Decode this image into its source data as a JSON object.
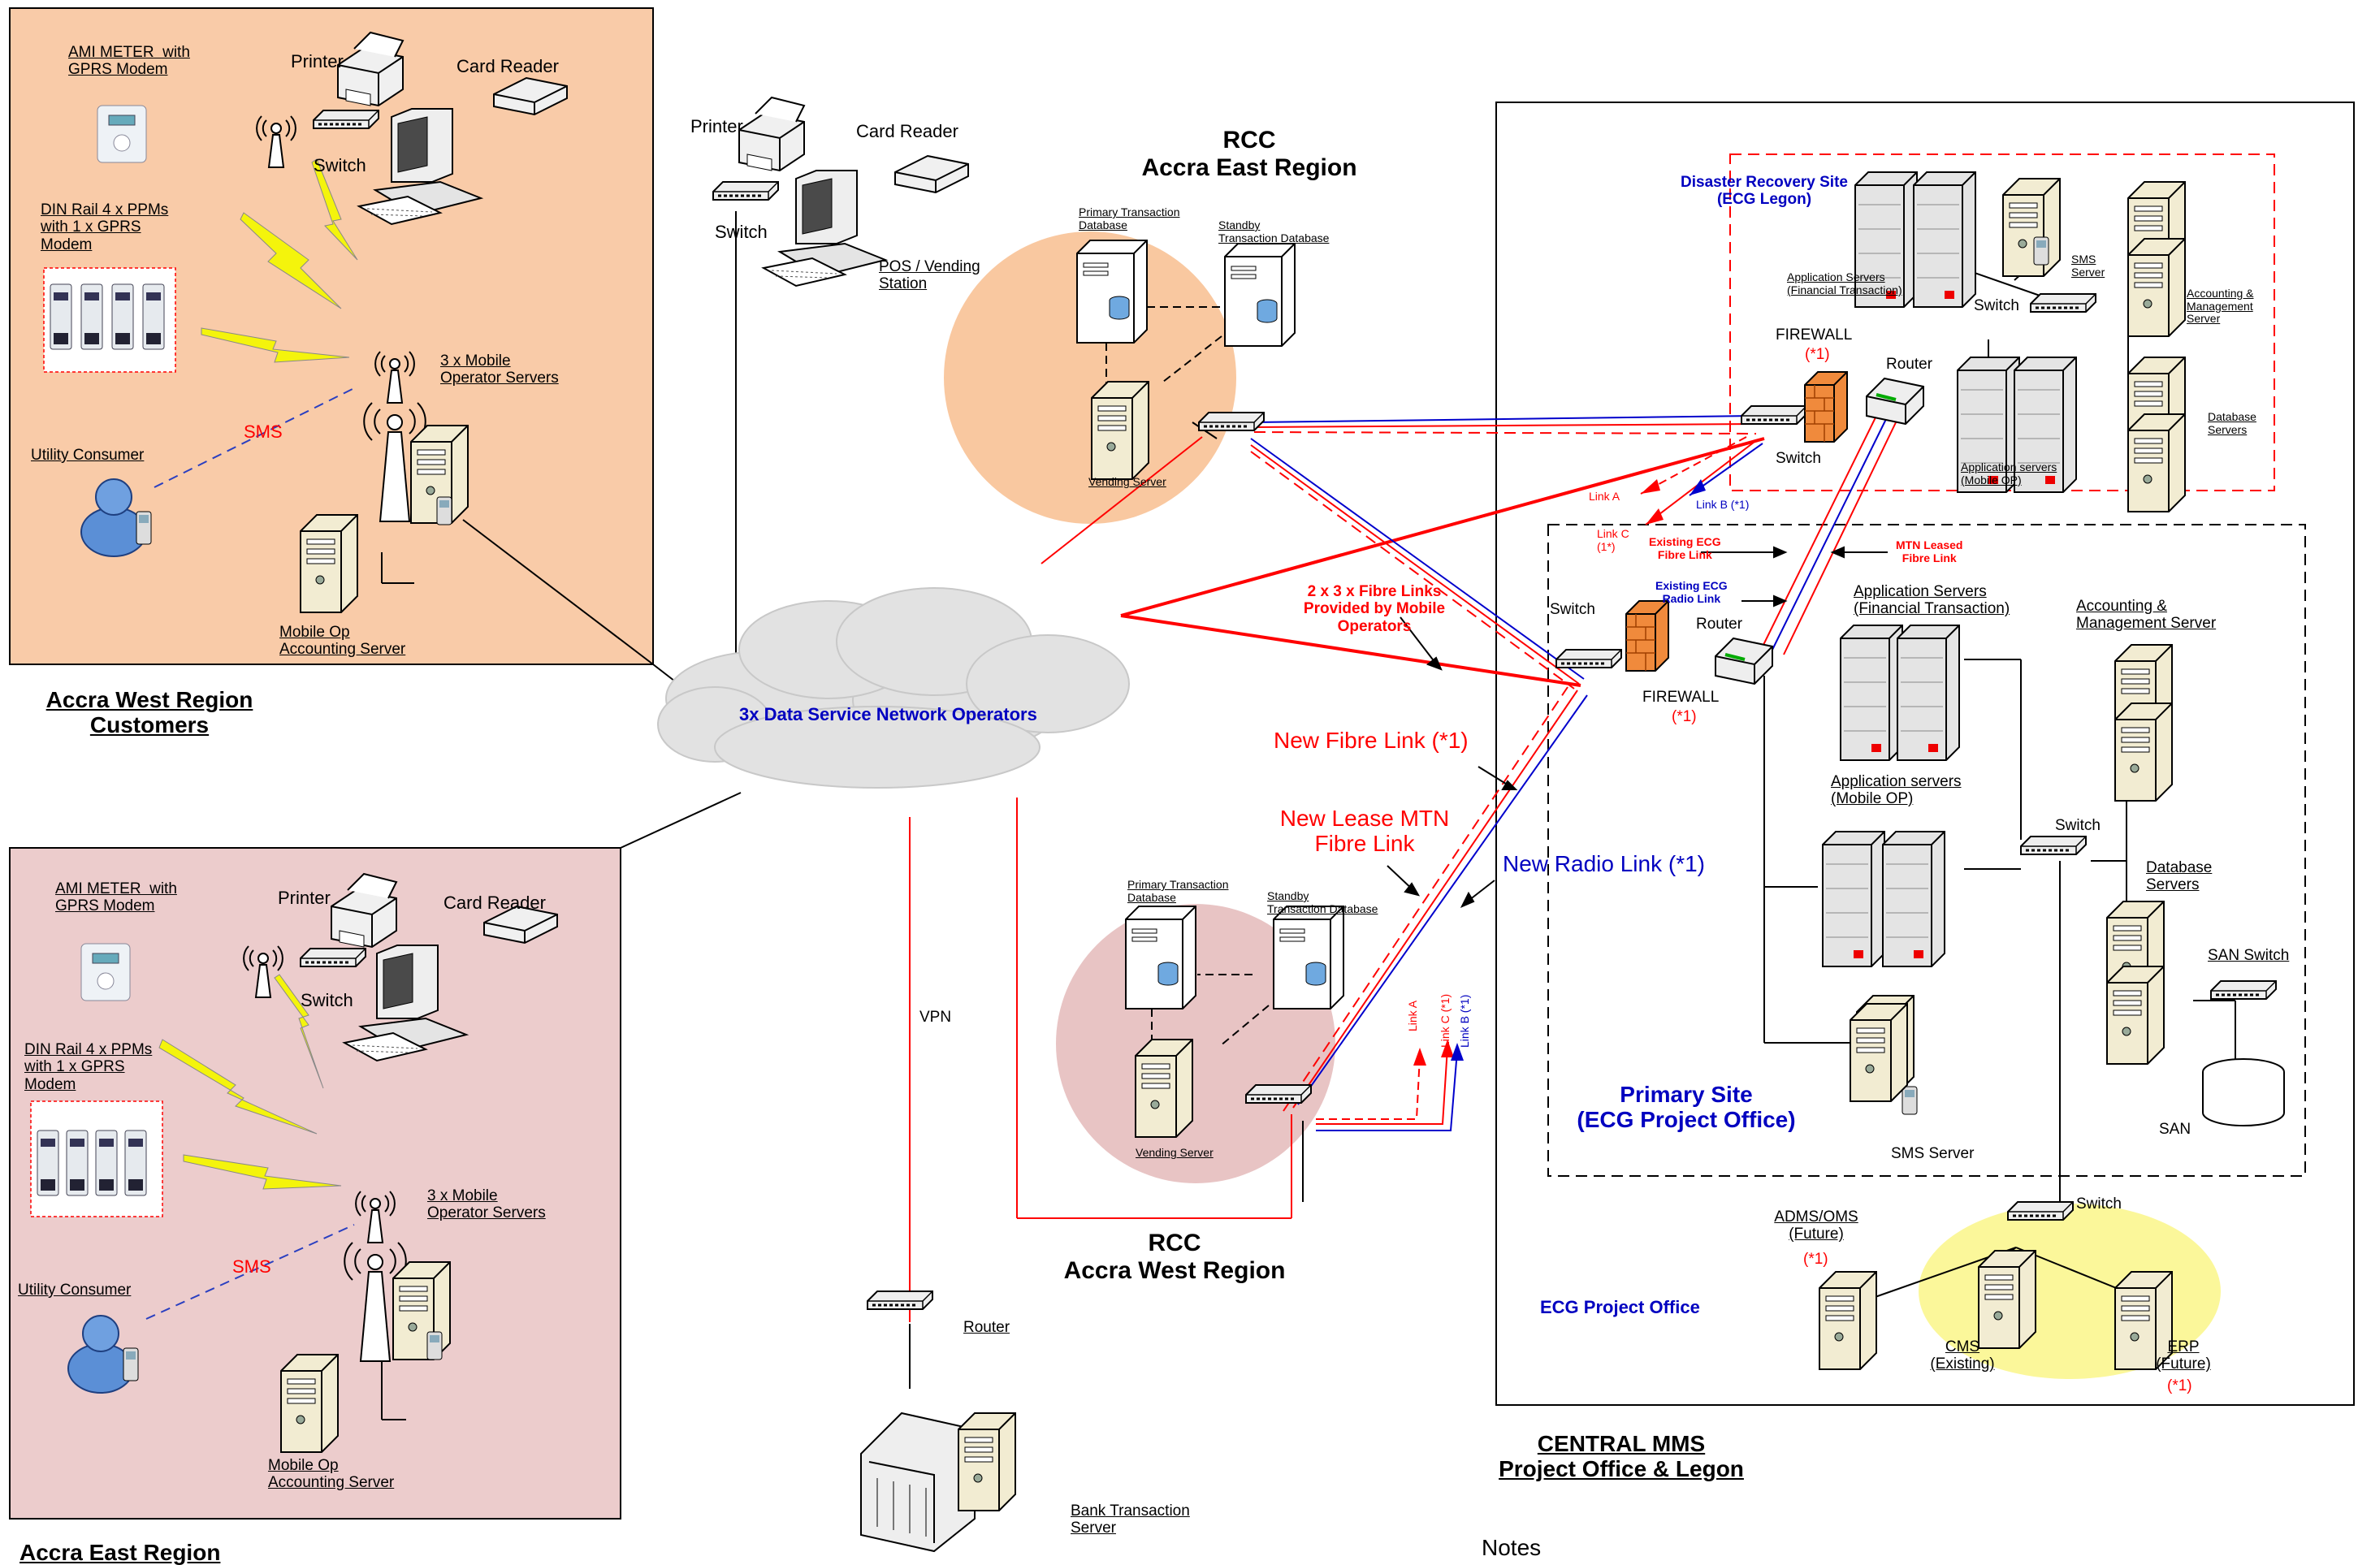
{
  "west_customers": {
    "ami_meter": "AMI METER  with\nGPRS Modem",
    "din_rail": "DIN Rail 4 x PPMs\nwith 1 x GPRS\nModem",
    "printer": "Printer",
    "card_reader": "Card Reader",
    "switch": "Switch",
    "mobile_servers": "3 x Mobile\nOperator Servers",
    "sms": "SMS",
    "utility_consumer": "Utility Consumer",
    "accounting_server": "Mobile Op\nAccounting Server",
    "region_title": "Accra West Region\nCustomers"
  },
  "east_customers": {
    "ami_meter": "AMI METER  with\nGPRS Modem",
    "din_rail": "DIN Rail 4 x PPMs\nwith 1 x GPRS\nModem",
    "printer": "Printer",
    "card_reader": "Card Reader",
    "switch": "Switch",
    "mobile_servers": "3 x Mobile\nOperator Servers",
    "sms": "SMS",
    "utility_consumer": "Utility Consumer",
    "accounting_server": "Mobile Op\nAccounting Server",
    "region_title": "Accra East Region"
  },
  "pos": {
    "printer": "Printer",
    "card_reader": "Card Reader",
    "switch": "Switch",
    "station": "POS / Vending\nStation"
  },
  "cloud": {
    "label": "3x Data Service Network Operators"
  },
  "rcc_east": {
    "title": "RCC\nAccra East Region",
    "primary_db": "Primary Transaction\nDatabase",
    "standby_db": "Standby\nTransaction Database",
    "vending": "Vending Server"
  },
  "rcc_west": {
    "title": "RCC\nAccra West Region",
    "primary_db": "Primary Transaction\nDatabase",
    "standby_db": "Standby\nTransaction Database",
    "vending": "Vending Server"
  },
  "bank": {
    "vpn": "VPN",
    "router": "Router",
    "server": "Bank Transaction\nServer"
  },
  "links": {
    "fibre_provided": "2 x 3 x Fibre Links\nProvided by Mobile\nOperators",
    "new_fibre": "New Fibre Link (*1)",
    "new_lease": "New Lease MTN\nFibre Link",
    "new_radio": "New Radio Link (*1)",
    "link_a": "Link A",
    "link_b": "Link B (*1)",
    "link_c": "Link C\n(1*)",
    "link_c2": "Link C (*1)",
    "existing_fibre": "Existing ECG\nFibre Link",
    "mtn_leased": "MTN Leased\nFibre Link",
    "existing_radio": "Existing ECG\nRadio Link"
  },
  "dr_site": {
    "title": "Disaster Recovery Site\n(ECG Legon)",
    "app_financial": "Application Servers\n(Financial Transaction)",
    "sms_server": "SMS\nServer",
    "accounting": "Accounting &\nManagement\nServer",
    "switch": "Switch",
    "firewall": "FIREWALL",
    "firewall_note": "(*1)",
    "router": "Router",
    "switch2": "Switch",
    "app_mobile": "Application servers\n(Mobile OP)",
    "database": "Database\nServers"
  },
  "primary_site": {
    "title": "Primary Site\n(ECG Project Office)",
    "switch": "Switch",
    "router": "Router",
    "firewall": "FIREWALL",
    "firewall_note": "(*1)",
    "app_financial": "Application Servers\n(Financial Transaction)",
    "accounting": "Accounting &\nManagement Server",
    "app_mobile": "Application servers\n(Mobile OP)",
    "switch2": "Switch",
    "database": "Database\nServers",
    "san_switch": "SAN Switch",
    "san": "SAN",
    "sms_server": "SMS Server"
  },
  "project_office": {
    "title": "ECG Project Office",
    "switch": "Switch",
    "adms": "ADMS/OMS\n(Future)",
    "adms_note": "(*1)",
    "cms": "CMS\n(Existing)",
    "erp": "ERP\n(Future)",
    "erp_note": "(*1)"
  },
  "central": {
    "title": "CENTRAL MMS\nProject Office & Legon",
    "notes": "Notes"
  },
  "colors": {
    "west_bg": "#f9cba8",
    "east_bg": "#eccccc",
    "rcc_east_bg": "#f9c8a0",
    "rcc_west_bg": "#e8c4c4",
    "project_bg": "#fbf79a",
    "red": "#ff0000",
    "blue": "#0000cc"
  }
}
